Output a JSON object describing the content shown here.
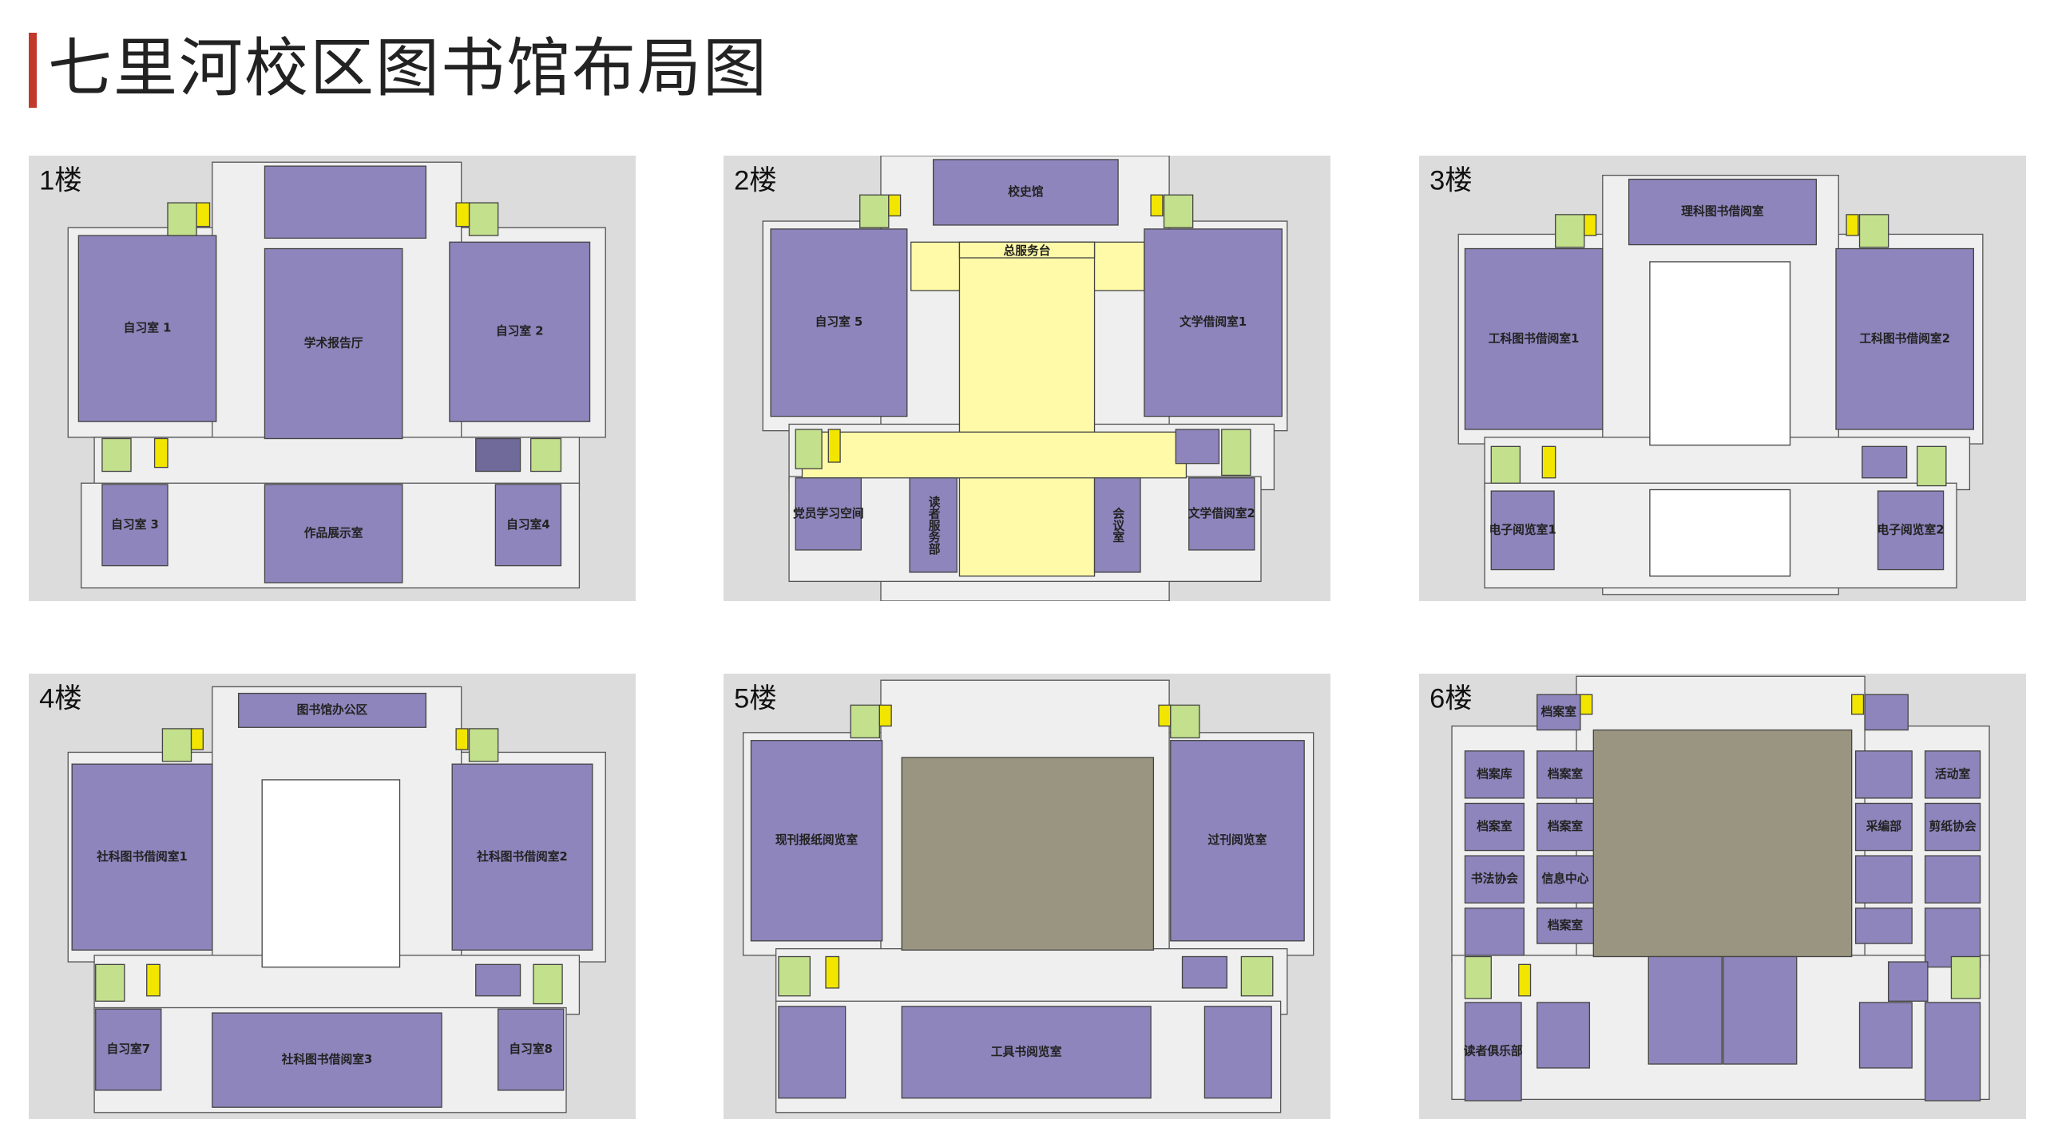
{
  "page": {
    "title": "七里河校区图书馆布局图"
  },
  "colors": {
    "accent": "#c0392b",
    "room": "#8d85bb",
    "stairs": "#c3e08c",
    "elevator": "#f2e600",
    "lobby": "#fffaa8",
    "atrium": "#999580",
    "background": "#dcdcdc",
    "corridor": "#efefef"
  },
  "floors": [
    {
      "label": "1楼",
      "rooms": [
        "自习室 1",
        "学术报告厅",
        "自习室 2",
        "作品展示室",
        "自习室 3",
        "自习室4"
      ]
    },
    {
      "label": "2楼",
      "rooms": [
        "校史馆",
        "总服务台",
        "自习室 5",
        "文学借阅室1",
        "党员学习空间",
        "读者服务部",
        "会议室",
        "文学借阅室2"
      ]
    },
    {
      "label": "3楼",
      "rooms": [
        "理科图书借阅室",
        "工科图书借阅室1",
        "工科图书借阅室2",
        "电子阅览室1",
        "电子阅览室2"
      ]
    },
    {
      "label": "4楼",
      "rooms": [
        "图书馆办公区",
        "社科图书借阅室1",
        "社科图书借阅室2",
        "自习室7",
        "社科图书借阅室3",
        "自习室8"
      ]
    },
    {
      "label": "5楼",
      "rooms": [
        "现刊报纸阅览室",
        "过刊阅览室",
        "工具书阅览室"
      ]
    },
    {
      "label": "6楼",
      "rooms": [
        "档案室",
        "档案库",
        "档案室",
        "书法协会",
        "档案室",
        "档案室",
        "信息中心",
        "档案室",
        "活动室",
        "采编部",
        "剪纸协会",
        "读者俱乐部"
      ]
    }
  ]
}
